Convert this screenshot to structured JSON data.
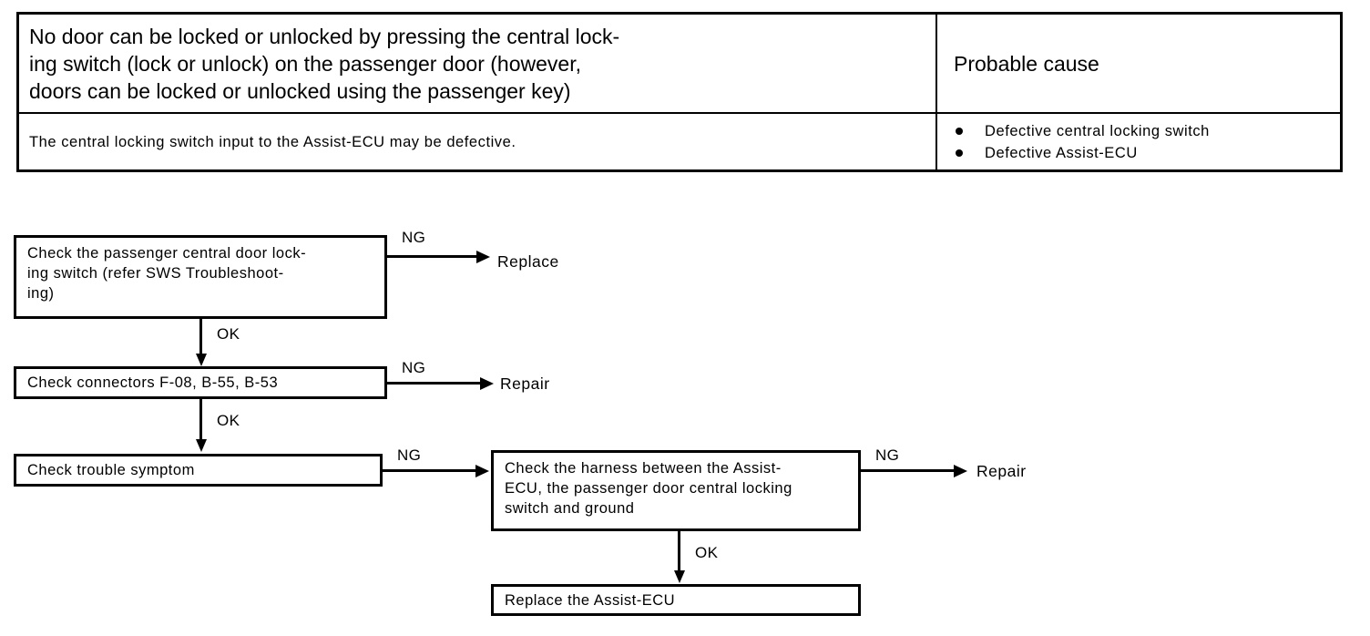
{
  "symptom_table": {
    "symptom_header": "No door can be locked or unlocked by pressing the central lock-\ning switch (lock or unlock) on the passenger door (however,\ndoors can be locked or unlocked using the passenger key)",
    "cause_header": "Probable cause",
    "symptom_detail": "The central locking switch input to the Assist-ECU may be defective.",
    "causes": [
      "Defective central locking switch",
      "Defective Assist-ECU"
    ]
  },
  "flowchart": {
    "boxes": [
      {
        "id": "check-switch",
        "text": "Check the passenger central door lock-\ning switch (refer SWS Troubleshoot-\ning)"
      },
      {
        "id": "check-connectors",
        "text": "Check connectors F-08, B-55, B-53"
      },
      {
        "id": "check-symptom",
        "text": "Check trouble symptom"
      },
      {
        "id": "check-harness",
        "text": "Check the harness between the Assist-\nECU, the passenger door central locking\nswitch and ground"
      },
      {
        "id": "replace-ecu",
        "text": "Replace the Assist-ECU"
      }
    ],
    "edge_labels": {
      "ng1": "NG",
      "ok1": "OK",
      "ng2": "NG",
      "ok2": "OK",
      "ng3": "NG",
      "ng4": "NG",
      "ok3": "OK"
    },
    "terminals": {
      "replace1": "Replace",
      "repair1": "Repair",
      "repair2": "Repair"
    }
  },
  "colors": {
    "ink": "#000000",
    "paper": "#ffffff"
  }
}
